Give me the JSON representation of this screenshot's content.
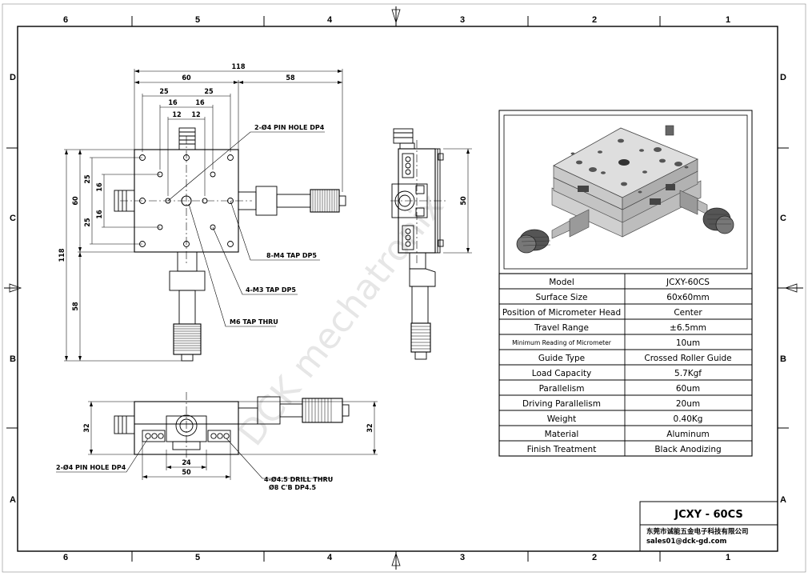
{
  "zones": {
    "columns": [
      "6",
      "5",
      "4",
      "3",
      "2",
      "1"
    ],
    "rows": [
      "D",
      "C",
      "B",
      "A"
    ]
  },
  "watermark": "DCK mechatronix",
  "top_view": {
    "dims": [
      "118",
      "60",
      "58",
      "25",
      "25",
      "16",
      "16",
      "12",
      "12"
    ],
    "left_dims": [
      "118",
      "60",
      "25",
      "16",
      "16",
      "25",
      "58"
    ],
    "callouts": {
      "pin_hole": "2-Ø4 PIN HOLE DP4",
      "m4": "8-M4 TAP DP5",
      "m3": "4-M3 TAP DP5",
      "m6": "M6 TAP THRU"
    }
  },
  "side_view": {
    "dim": "50"
  },
  "front_view": {
    "dims": [
      "32",
      "32",
      "24",
      "50"
    ],
    "callouts": {
      "pin_hole": "2-Ø4 PIN HOLE DP4",
      "drill": "4-Ø4.5 DRILL THRU",
      "cbore": "Ø8 C'B DP4.5"
    }
  },
  "specs": [
    {
      "label": "Model",
      "value": "JCXY-60CS"
    },
    {
      "label": "Surface Size",
      "value": "60x60mm"
    },
    {
      "label": "Position of Micrometer Head",
      "value": "Center"
    },
    {
      "label": "Travel Range",
      "value": "±6.5mm"
    },
    {
      "label": "Minimum Reading of Micrometer",
      "value": "10um"
    },
    {
      "label": "Guide Type",
      "value": "Crossed Roller Guide"
    },
    {
      "label": "Load Capacity",
      "value": "5.7Kgf"
    },
    {
      "label": "Parallelism",
      "value": "60um"
    },
    {
      "label": "Driving Parallelism",
      "value": "20um"
    },
    {
      "label": "Weight",
      "value": "0.40Kg"
    },
    {
      "label": "Material",
      "value": "Aluminum"
    },
    {
      "label": "Finish Treatment",
      "value": "Black Anodizing"
    }
  ],
  "title_block": {
    "model": "JCXY - 60CS",
    "company": "东莞市诚能五金电子科技有限公司",
    "email": "sales01@dck-gd.com"
  }
}
